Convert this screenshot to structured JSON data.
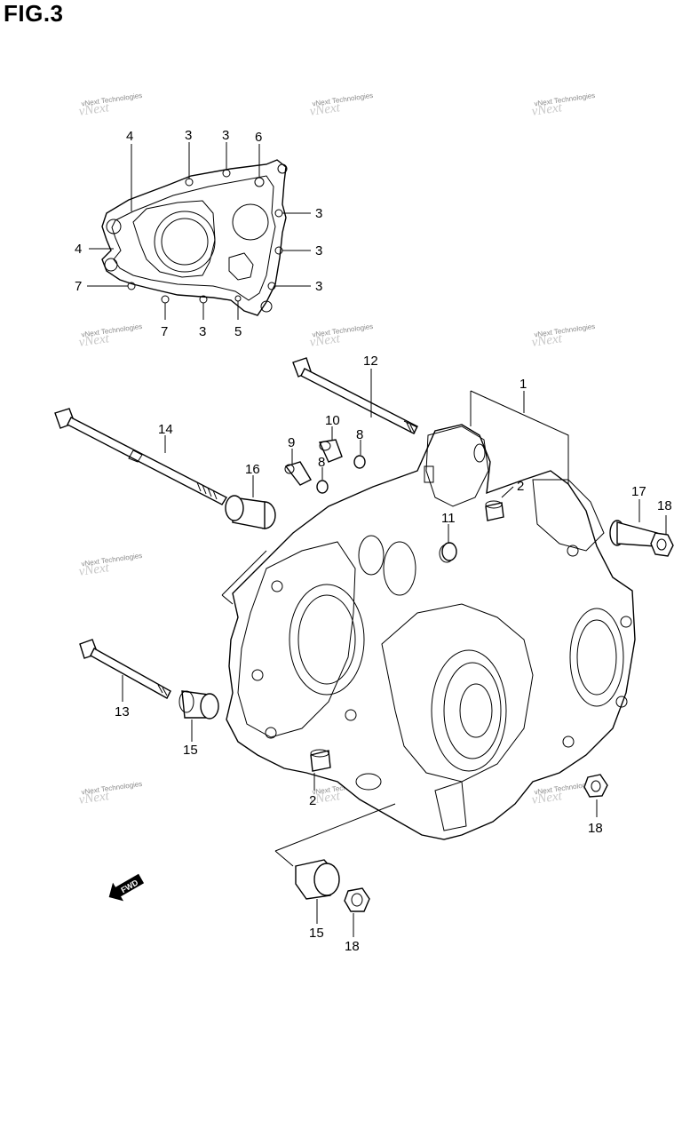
{
  "figure": {
    "title": "FIG.3"
  },
  "watermark": {
    "text": "vNext Technologies"
  },
  "fwd_label": "FWD",
  "callouts": [
    {
      "id": "c1",
      "label": "1"
    },
    {
      "id": "c2a",
      "label": "2"
    },
    {
      "id": "c2b",
      "label": "2"
    },
    {
      "id": "c3a",
      "label": "3"
    },
    {
      "id": "c3b",
      "label": "3"
    },
    {
      "id": "c3c",
      "label": "3"
    },
    {
      "id": "c3d",
      "label": "3"
    },
    {
      "id": "c3e",
      "label": "3"
    },
    {
      "id": "c3f",
      "label": "3"
    },
    {
      "id": "c4a",
      "label": "4"
    },
    {
      "id": "c4b",
      "label": "4"
    },
    {
      "id": "c5",
      "label": "5"
    },
    {
      "id": "c6",
      "label": "6"
    },
    {
      "id": "c7a",
      "label": "7"
    },
    {
      "id": "c7b",
      "label": "7"
    },
    {
      "id": "c8a",
      "label": "8"
    },
    {
      "id": "c8b",
      "label": "8"
    },
    {
      "id": "c9",
      "label": "9"
    },
    {
      "id": "c10",
      "label": "10"
    },
    {
      "id": "c11",
      "label": "11"
    },
    {
      "id": "c12",
      "label": "12"
    },
    {
      "id": "c13",
      "label": "13"
    },
    {
      "id": "c14",
      "label": "14"
    },
    {
      "id": "c15a",
      "label": "15"
    },
    {
      "id": "c15b",
      "label": "15"
    },
    {
      "id": "c16",
      "label": "16"
    },
    {
      "id": "c17",
      "label": "17"
    },
    {
      "id": "c18a",
      "label": "18"
    },
    {
      "id": "c18b",
      "label": "18"
    },
    {
      "id": "c18c",
      "label": "18"
    }
  ]
}
